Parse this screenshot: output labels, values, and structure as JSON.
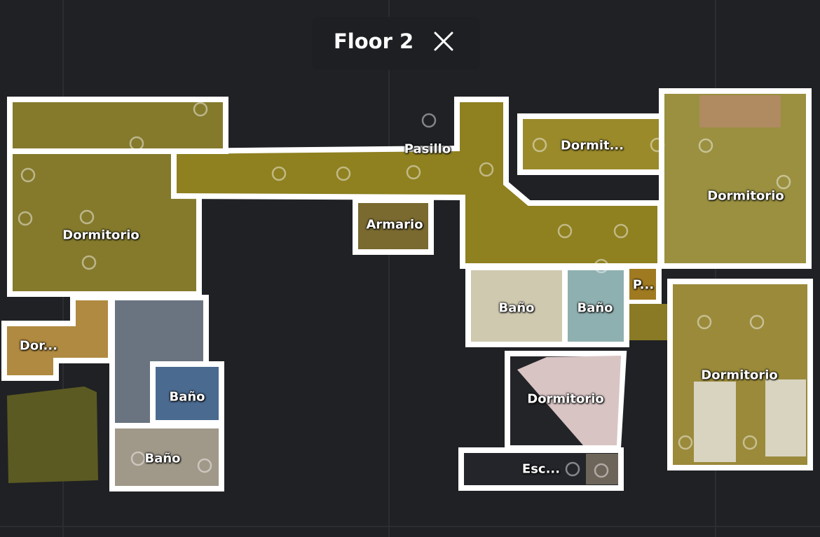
{
  "header": {
    "title": "Floor 2",
    "close_icon": "close-icon"
  },
  "rooms": [
    {
      "id": "dormitorio-left",
      "label": "Dormitorio"
    },
    {
      "id": "pasillo",
      "label": "Pasillo"
    },
    {
      "id": "armario",
      "label": "Armario"
    },
    {
      "id": "dormit-top",
      "label": "Dormit..."
    },
    {
      "id": "dormitorio-right-top",
      "label": "Dormitorio"
    },
    {
      "id": "p-small",
      "label": "P..."
    },
    {
      "id": "bano-1",
      "label": "Baño"
    },
    {
      "id": "bano-2",
      "label": "Baño"
    },
    {
      "id": "dormitorio-right-bottom",
      "label": "Dormitorio"
    },
    {
      "id": "dormitorio-pink",
      "label": "Dormitorio"
    },
    {
      "id": "esc",
      "label": "Esc..."
    },
    {
      "id": "dor-left",
      "label": "Dor..."
    },
    {
      "id": "bano-left-blue",
      "label": "Baño"
    },
    {
      "id": "bano-left-bottom",
      "label": "Baño"
    }
  ]
}
